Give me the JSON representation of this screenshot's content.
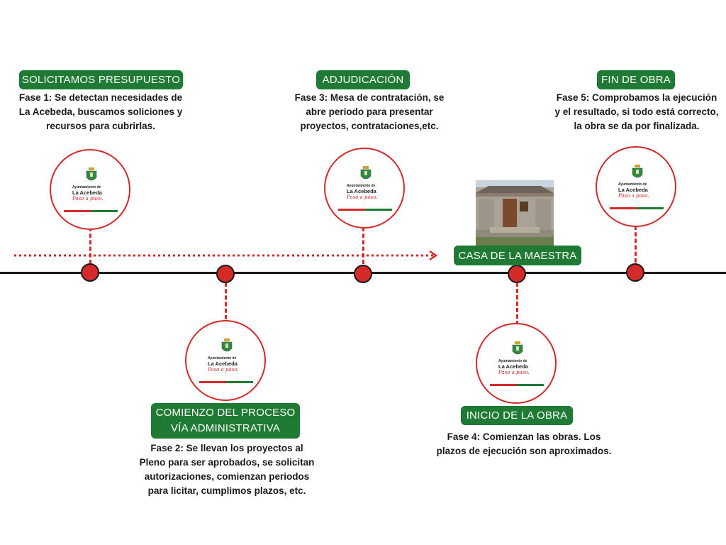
{
  "phases": [
    {
      "title": "SOLICITAMOS PRESUPUESTO",
      "description": "Fase 1: Se detectan necesidades de La Acebeda, buscamos soliciones y recursos para cubrirlas."
    },
    {
      "title_line1": "COMIENZO DEL PROCESO",
      "title_line2": "VÍA ADMINISTRATIVA",
      "description": "Fase 2: Se llevan los proyectos al Pleno para ser aprobados, se solicitan autorizaciones, comienzan periodos para licitar, cumplimos plazos, etc."
    },
    {
      "title": "ADJUDICACIÓN",
      "description": "Fase 3: Mesa de contratación, se abre periodo para presentar proyectos, contrataciones,etc."
    },
    {
      "title": "INICIO DE LA OBRA",
      "description": "Fase 4: Comienzan las obras. Los plazos de ejecución son aproximados."
    },
    {
      "title": "FIN DE OBRA",
      "description": "Fase 5: Comprobamos la ejecución y el resultado, si todo está correcto, la obra se da por finalizada."
    }
  ],
  "project": {
    "label": "CASA DE LA MAESTRA",
    "photo_icon": "house-photo"
  },
  "logo": {
    "line1": "Ayuntamiento de",
    "line2": "La Acebeda",
    "tagline": "Paso a paso."
  },
  "colors": {
    "accent_red": "#d42a2a",
    "pill_green": "#1f7a34",
    "line_black": "#1a1a1a"
  }
}
